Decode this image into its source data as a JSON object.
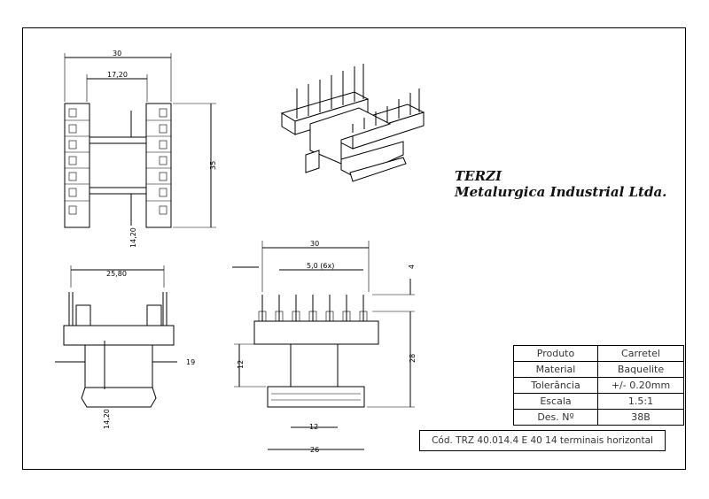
{
  "company": {
    "name": "TERZI",
    "subtitle": "Metalurgica Industrial Ltda."
  },
  "title_block": {
    "rows": [
      {
        "label": "Produto",
        "value": "Carretel"
      },
      {
        "label": "Material",
        "value": "Baquelite"
      },
      {
        "label": "Tolerância",
        "value": "+/- 0.20mm"
      },
      {
        "label": "Escala",
        "value": "1.5:1"
      },
      {
        "label": "Des. Nº",
        "value": "38B"
      }
    ],
    "code": "Cód. TRZ 40.014.4 E 40 14 terminais horizontal"
  },
  "dimensions": {
    "top_view": {
      "width": "30",
      "inner": "17,20",
      "height": "35",
      "bottom": "14,20"
    },
    "side_view": {
      "width": "25,80",
      "right": "19",
      "height": "14,20"
    },
    "front_view": {
      "width": "30",
      "pitch": "5,0 (6x)",
      "pin": "4",
      "height": "28",
      "left": "12",
      "inner": "12",
      "base": "26"
    }
  },
  "colors": {
    "line": "#000000",
    "text": "#333333",
    "background": "#ffffff"
  }
}
